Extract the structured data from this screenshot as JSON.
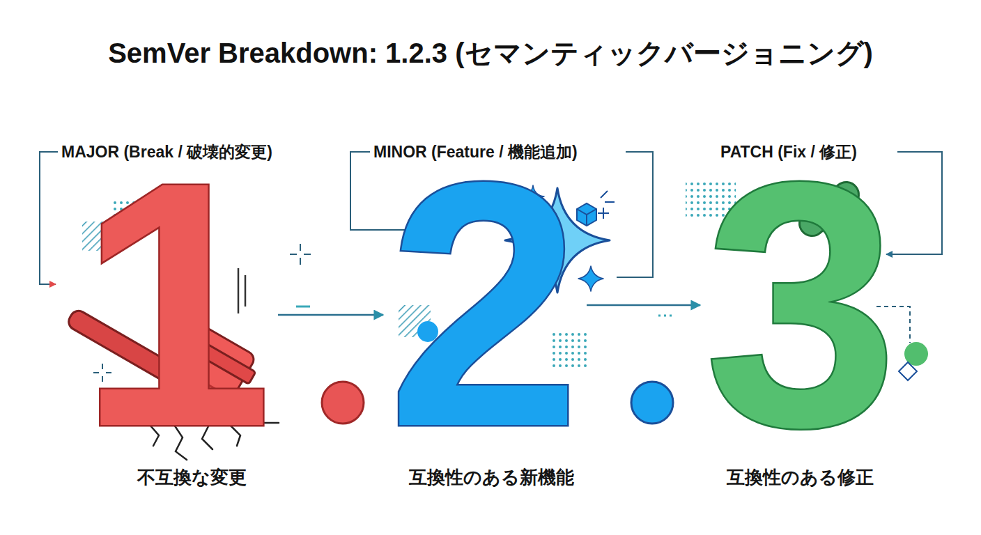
{
  "diagram": {
    "title": "SemVer Breakdown: 1.2.3 (セマンティックバージョニング)",
    "nodes": [
      {
        "text": [
          "MAJOR (Break / 破壊的変更)",
          "1",
          "不互換な変更"
        ]
      },
      {
        "text": [
          "MINOR (Feature / 機能追加)",
          "2",
          "互換性のある新機能"
        ]
      },
      {
        "text": [
          "PATCH (Fix / 修正)",
          "3",
          "互換性のある修正"
        ]
      }
    ],
    "edges": [
      {
        "from": 0,
        "to": 1,
        "arrow": "to"
      },
      {
        "from": 1,
        "to": 2,
        "arrow": "to"
      }
    ]
  }
}
